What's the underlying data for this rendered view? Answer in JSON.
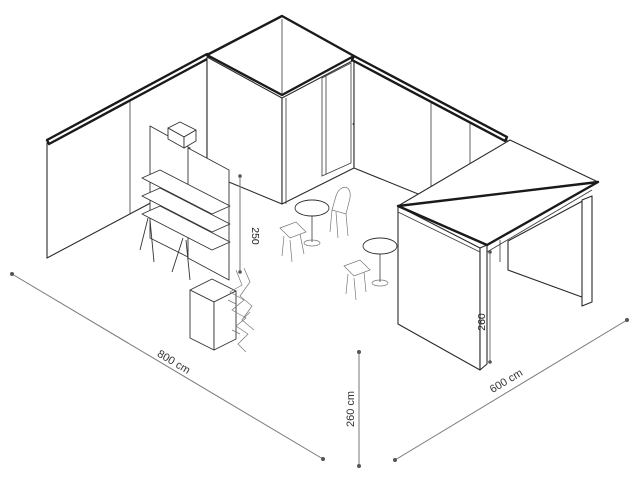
{
  "dimensions": {
    "width": "800 cm",
    "depth": "600 cm",
    "height": "260 cm"
  },
  "annotations": {
    "shelf_height": "250",
    "cabin_height": "260"
  }
}
